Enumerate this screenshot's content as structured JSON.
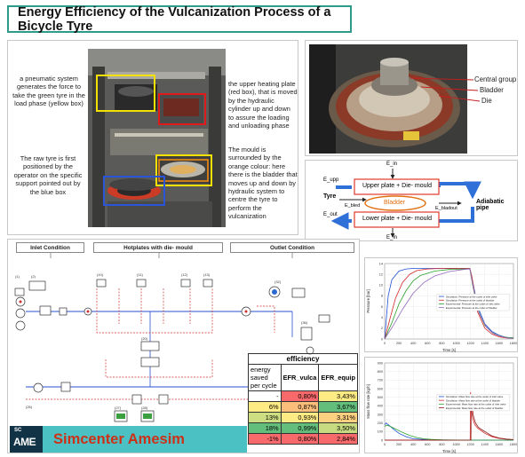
{
  "title": "Energy Efficiency of the Vulcanization Process of a Bicycle Tyre",
  "machine_panel": {
    "caption_pneumatic": "a pneumatic system generates the force to take the green tyre in the load phase (yellow box)",
    "caption_raw_tyre": "The raw tyre is first positioned by the operator on the specific support pointed out by the blue box",
    "caption_heating_plate": "the upper heating plate (red box), that is moved by the hydraulic cylinder up and down to assure the loading and unloading phase",
    "caption_mould": "The mould is surrounded by the orange colour: here there is the bladder that moves up and down by hydraulic system to centre the tyre to perform the vulcanization"
  },
  "die_photo": {
    "label_central": "Central group",
    "label_bladder": "Bladder",
    "label_die": "Die"
  },
  "schematic": {
    "e_in_top": "E_in",
    "e_upp": "E_upp",
    "upper_box": "Upper plate + Die- mould",
    "tyre": "Tyre",
    "e_bled": "E_bled",
    "bladder": "Bladder",
    "e_bladout": "E_bladout",
    "adiabatic": "Adiabatic pipe",
    "e_out": "E_out",
    "lower_box": "Lower plate + Die- mould",
    "e_in_bottom": "E_in"
  },
  "amesim": {
    "section_inlet": "Inlet Condition",
    "section_hotplates": "Hotplates with die- mould",
    "section_outlet": "Outlet Condition",
    "logo_sc": "SC",
    "logo_ame": "AME",
    "logo_name": "Simcenter Amesim",
    "efficiency_table": {
      "title": "efficiency",
      "header_col1": "energy saved per cycle",
      "header_col2": "EFR_vulca",
      "header_col3": "EFR_equip",
      "rows": [
        {
          "saved": "-",
          "vulca": "0,80%",
          "equip": "3,43%",
          "c1": "#ffffff",
          "c2": "#f8696b",
          "c3": "#ffeb84"
        },
        {
          "saved": "6%",
          "vulca": "0,87%",
          "equip": "3,67%",
          "c1": "#ffeb84",
          "c2": "#fcbf7b",
          "c3": "#63be7b"
        },
        {
          "saved": "13%",
          "vulca": "0,93%",
          "equip": "3,31%",
          "c1": "#cddd82",
          "c2": "#ffeb84",
          "c3": "#fdd17f"
        },
        {
          "saved": "18%",
          "vulca": "0,99%",
          "equip": "3,50%",
          "c1": "#63be7b",
          "c2": "#63be7b",
          "c3": "#c9db81"
        },
        {
          "saved": "-1%",
          "vulca": "0,80%",
          "equip": "2,84%",
          "c1": "#f8696b",
          "c2": "#f8696b",
          "c3": "#f8696b"
        }
      ]
    }
  },
  "chart_data": [
    {
      "type": "line",
      "xlabel": "Time [s]",
      "ylabel": "Pressure [bar]",
      "x_ticks": [
        "0",
        "200",
        "400",
        "600",
        "800",
        "1000",
        "1200",
        "1400",
        "1600",
        "1800"
      ],
      "y_ticks": [
        "0",
        "2",
        "4",
        "6",
        "8",
        "10",
        "12",
        "14"
      ],
      "xlim": [
        0,
        1800
      ],
      "ylim": [
        0,
        14
      ],
      "legend": [
        "Simulation: Pressure at the outlet of inlet valve",
        "Simulation: Pressure at the outlet of bladder",
        "Experimental: Pressure at the outlet of inlet valve",
        "Experimental: Pressure at the outlet of bladder"
      ],
      "series": [
        {
          "color": "#1f4fd6",
          "x": [
            0,
            50,
            100,
            200,
            300,
            400,
            600,
            800,
            1000,
            1190,
            1210,
            1300,
            1400,
            1500,
            1600,
            1700,
            1800
          ],
          "y": [
            0,
            8,
            11,
            12.6,
            13,
            13.1,
            13.1,
            13.1,
            13.1,
            13.1,
            12,
            6,
            2.8,
            1.4,
            0.7,
            0.3,
            0.2
          ]
        },
        {
          "color": "#d62728",
          "x": [
            0,
            80,
            150,
            250,
            350,
            450,
            600,
            800,
            1000,
            1190,
            1220,
            1300,
            1400,
            1500,
            1600,
            1700,
            1800
          ],
          "y": [
            0,
            4,
            7.5,
            10.5,
            12,
            12.7,
            13,
            13.1,
            13.1,
            13.1,
            11.5,
            5,
            2,
            0.9,
            0.4,
            0.2,
            0.1
          ]
        },
        {
          "color": "#2ca02c",
          "x": [
            0,
            100,
            200,
            300,
            400,
            500,
            700,
            900,
            1100,
            1190,
            1230,
            1300,
            1400,
            1500,
            1600,
            1700,
            1800
          ],
          "y": [
            0,
            3,
            6.5,
            9,
            10.8,
            11.8,
            12.6,
            12.9,
            13,
            13,
            10,
            5.5,
            2.5,
            1.2,
            0.6,
            0.3,
            0.2
          ]
        },
        {
          "color": "#9467bd",
          "x": [
            0,
            120,
            250,
            400,
            550,
            700,
            900,
            1100,
            1190,
            1240,
            1320,
            1420,
            1520,
            1620,
            1720,
            1800
          ],
          "y": [
            0,
            2.5,
            5.5,
            8.5,
            10.5,
            11.7,
            12.5,
            12.9,
            13,
            9.5,
            4.8,
            2.2,
            1,
            0.5,
            0.2,
            0.1
          ]
        }
      ]
    },
    {
      "type": "line",
      "xlabel": "Time [s]",
      "ylabel": "Mass flow rate [kg/h]",
      "x_ticks": [
        "0",
        "200",
        "400",
        "600",
        "800",
        "1000",
        "1200",
        "1400",
        "1600",
        "1800"
      ],
      "y_ticks": [
        "0",
        "100",
        "200",
        "300",
        "400",
        "500",
        "600",
        "700",
        "800",
        "900"
      ],
      "xlim": [
        0,
        1800
      ],
      "ylim": [
        0,
        900
      ],
      "legend": [
        "Simulation: Mass flow rate at the outlet of inlet valve",
        "Simulation: Mass flow rate at the outlet of bladder",
        "Experimental: Mass flow rate at the outlet of inlet valve",
        "Experimental: Mass flow rate at the outlet of bladder"
      ],
      "series": [
        {
          "color": "#1f4fd6",
          "x": [
            0,
            20,
            60,
            120,
            200,
            300,
            400,
            600,
            800,
            1000,
            1200,
            1400,
            1600,
            1800
          ],
          "y": [
            180,
            200,
            175,
            130,
            80,
            40,
            15,
            5,
            2,
            1,
            0,
            0,
            0,
            0
          ]
        },
        {
          "color": "#d62728",
          "x": [
            0,
            1195,
            1200,
            1210,
            1230,
            1260,
            1300,
            1350,
            1400,
            1500,
            1600,
            1700,
            1800
          ],
          "y": [
            0,
            0,
            560,
            380,
            250,
            180,
            140,
            110,
            80,
            40,
            20,
            10,
            5
          ]
        },
        {
          "color": "#2ca02c",
          "x": [
            0,
            30,
            80,
            150,
            250,
            350,
            450,
            550,
            650,
            800,
            1000,
            1200,
            1400,
            1600,
            1800
          ],
          "y": [
            160,
            175,
            160,
            130,
            90,
            55,
            30,
            15,
            8,
            3,
            1,
            0,
            0,
            0,
            0
          ]
        },
        {
          "color": "#8c1a1a",
          "x": [
            0,
            1205,
            1210,
            1220,
            1240,
            1270,
            1310,
            1360,
            1420,
            1500,
            1600,
            1700,
            1800
          ],
          "y": [
            0,
            0,
            520,
            400,
            280,
            200,
            150,
            120,
            90,
            50,
            25,
            12,
            6
          ]
        }
      ]
    }
  ]
}
